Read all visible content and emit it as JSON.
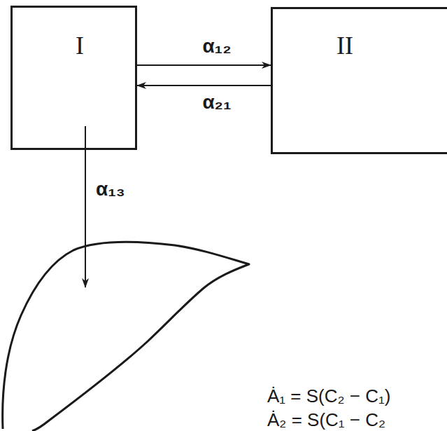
{
  "diagram": {
    "nodes": [
      {
        "text": [
          "I"
        ]
      },
      {
        "text": [
          "II"
        ]
      }
    ],
    "edges": [
      {
        "from": 0,
        "to": 1,
        "label": "α₁₂",
        "arrow": "to"
      },
      {
        "from": 1,
        "to": 0,
        "label": "α₂₁",
        "arrow": "to"
      }
    ],
    "labels": [
      "α₁₃",
      "Ȧ₁ = S(C₂ − C₁)",
      "Ȧ₂ = S(C₁ − C₂"
    ]
  }
}
